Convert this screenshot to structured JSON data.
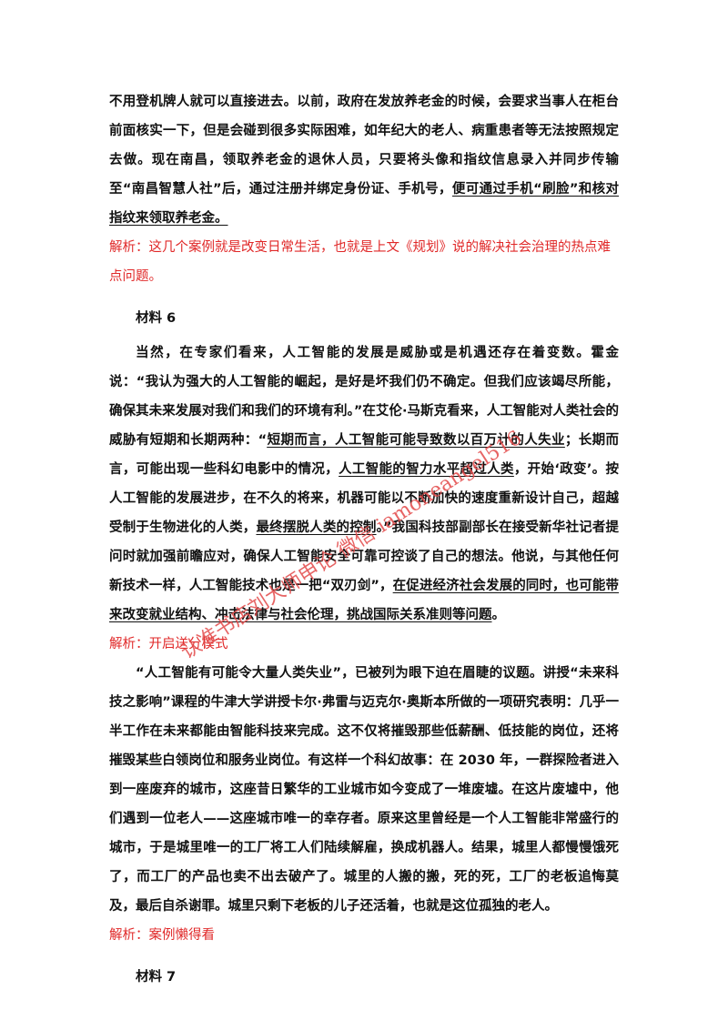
{
  "paragraph1": {
    "t1": "不用登机牌人就可以直接进去。以前，政府在发放养老金的时候，会要求当事人在柜台前面核实一下，但是会碰到很多实际困难，如年纪大的老人、病重患者等无法按照规定去做。现在南昌，领取养老金的退休人员，只要将头像和指纹信息录入并同步传输至“南昌智慧人社”后，通过注册并绑定身份证、手机号，",
    "u1": "便可通过手机“刷脸”和核对指纹来领取养老金。"
  },
  "note1": "解析：这几个案例就是改变日常生活，也就是上文《规划》说的解决社会治理的热点难点问题。",
  "heading6": "材料 6",
  "paragraph2": {
    "t1": "当然，在专家们看来，人工智能的发展是威胁或是机遇还存在着变数。霍金说：“我认为强大的人工智能的崛起，是好是坏我们仍不确定。但我们应该竭尽所能，确保其未来发展对我们和我们的环境有利。”在艾伦·马斯克看来，人工智能对人类社会的威胁有短期和长期两种：“",
    "u1": "短期而言，人工智能可能导致数以百万计的人失业",
    "t2": "；长期而言，可能出现一些科幻电影中的情况，",
    "u2": "人工智能的智力水平超过人类",
    "t3": "，开始‘政变’。按人工智能的发展进步，在不久的将来，机器可能以不断加快的速度重新设计自己，超越受制于生物进化的人类，",
    "u3": "最终摆脱人类的控制",
    "t4": "。”我国科技部副部长在接受新华社记者提问时就加强前瞻应对，确保人工智能安全可靠可控谈了自己的想法。他说，与其他任何新技术一样，人工智能技术也是一把“双刃剑”，",
    "u4": "在促进经济社会发展的同时，也可能带来改变就业结构、冲击法律与社会伦理，挑战国际关系准则等问题",
    "t5": "。"
  },
  "note2": "解析：开启送分模式",
  "paragraph3": "“人工智能有可能令大量人类失业”，已被列为眼下迫在眉睫的议题。讲授“未来科技之影响”课程的牛津大学讲授卡尔·弗雷与迈克尔·奥斯本所做的一项研究表明：几乎一半工作在未来都能由智能科技来完成。这不仅将摧毁那些低薪酬、低技能的岗位，还将摧毁某些白领岗位和服务业岗位。有这样一个科幻故事：在 2030 年，一群探险者进入到一座废弃的城市，这座昔日繁华的工业城市如今变成了一堆废墟。在这片废墟中，他们遇到一位老人——这座城市唯一的幸存者。原来这里曾经是一个人工智能非常盛行的城市，于是城里唯一的工厂将工人们陆续解雇，换成机器人。结果，城里人都慢慢饿死了，而工厂的产品也卖不出去破产了。城里的人搬的搬，死的死，工厂的老板追悔莫及，最后自杀谢罪。城里只剩下老板的儿子还活着，也就是这位孤独的老人。",
  "note3": "解析：案例懒得看",
  "heading7": "材料 7",
  "watermark": {
    "line1": "认准书店刘大师申论 微信 iamoneangel516",
    "color": "#e34a4a"
  }
}
